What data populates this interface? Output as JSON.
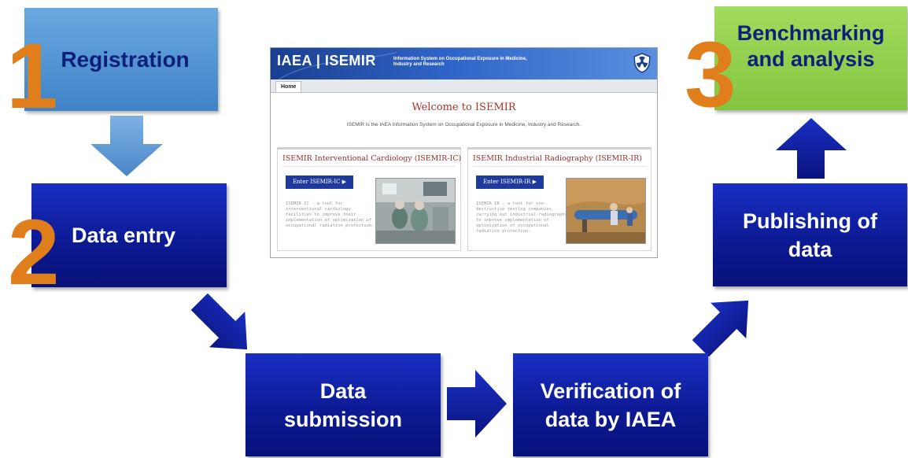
{
  "steps": {
    "registration": "Registration",
    "data_entry": "Data entry",
    "data_submission": "Data submission",
    "verification": "Verification of data by IAEA",
    "publishing": "Publishing of data",
    "benchmarking": "Benchmarking and analysis"
  },
  "step_numbers": [
    "1",
    "2",
    "3"
  ],
  "screenshot": {
    "logo": "IAEA | ISEMIR",
    "logo_subtitle": "Information System on Occupational Exposure in Medicine, Industry and Research",
    "nav_tab": "Home",
    "welcome": "Welcome to ISEMIR",
    "intro": "ISEMIR is the IAEA Information System on Occupational Exposure in Medicine, Industry and Research.",
    "cards": [
      {
        "title": "ISEMIR Interventional Cardiology (ISEMIR-IC)",
        "button": "Enter ISEMIR-IC ▶",
        "description": "ISEMIR IC - a tool for interventional cardiology facilities to improve their implementation of optimization of occupational radiation protection."
      },
      {
        "title": "ISEMIR Industrial Radiography (ISEMIR-IR)",
        "button": "Enter ISEMIR-IR ▶",
        "description": "ISEMIR IR - a tool for non-destructive testing companies carrying out industrial radiography to improve implementation of optimization of occupational radiation protection."
      }
    ]
  },
  "colors": {
    "navy_box": "#0c1a94",
    "registration_box": "#5b9bd5",
    "benchmark_box": "#92d050",
    "number": "#e07e1b",
    "arrow_light": "#5b9bd5",
    "arrow_dark": "#0c1a94"
  }
}
